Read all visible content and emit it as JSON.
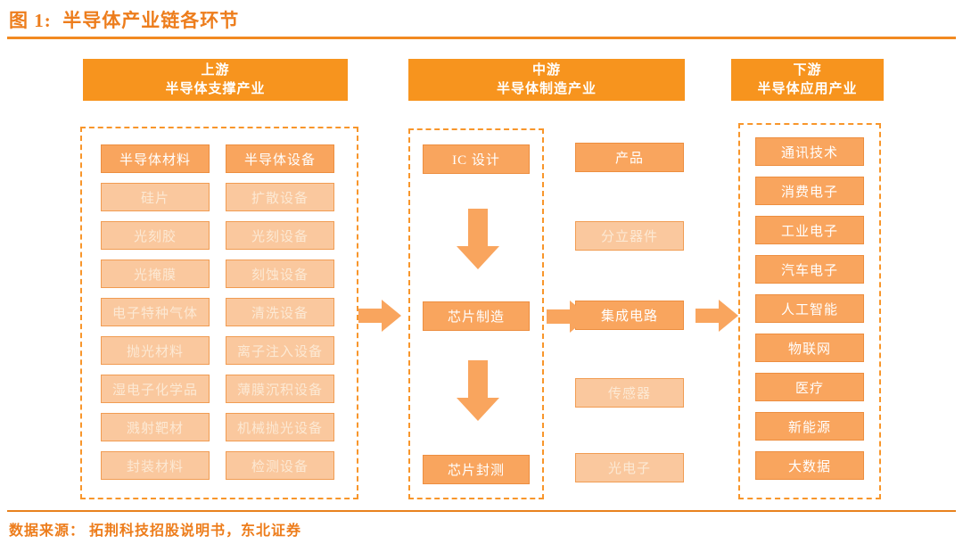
{
  "title": "图 1:  半导体产业链各环节",
  "source": "数据来源： 拓荆科技招股说明书，东北证券",
  "colors": {
    "accent_orange": "#F7941E",
    "box_medium_orange": "#F9A55E",
    "box_light_orange": "#FAC89E",
    "title_text_orange": "#ED7D1C",
    "dashed_border_orange": "#F8962B"
  },
  "upstream": {
    "header": {
      "line1": "上游",
      "line2": "半导体支撑产业"
    },
    "materials": [
      {
        "label": "半导体材料",
        "tone": "medium"
      },
      {
        "label": "硅片",
        "tone": "light"
      },
      {
        "label": "光刻胶",
        "tone": "light"
      },
      {
        "label": "光掩膜",
        "tone": "light"
      },
      {
        "label": "电子特种气体",
        "tone": "light"
      },
      {
        "label": "抛光材料",
        "tone": "light"
      },
      {
        "label": "湿电子化学品",
        "tone": "light"
      },
      {
        "label": "溅射靶材",
        "tone": "light"
      },
      {
        "label": "封装材料",
        "tone": "light"
      }
    ],
    "equipment": [
      {
        "label": "半导体设备",
        "tone": "medium"
      },
      {
        "label": "扩散设备",
        "tone": "light"
      },
      {
        "label": "光刻设备",
        "tone": "light"
      },
      {
        "label": "刻蚀设备",
        "tone": "light"
      },
      {
        "label": "清洗设备",
        "tone": "light"
      },
      {
        "label": "离子注入设备",
        "tone": "light"
      },
      {
        "label": "薄膜沉积设备",
        "tone": "light"
      },
      {
        "label": "机械抛光设备",
        "tone": "light"
      },
      {
        "label": "检测设备",
        "tone": "light"
      }
    ]
  },
  "midstream": {
    "header": {
      "line1": "中游",
      "line2": "半导体制造产业"
    },
    "flow": [
      {
        "label": "IC 设计"
      },
      {
        "label": "芯片制造"
      },
      {
        "label": "芯片封测"
      }
    ],
    "products": [
      {
        "label": "产品",
        "tone": "medium"
      },
      {
        "label": "分立器件",
        "tone": "light"
      },
      {
        "label": "集成电路",
        "tone": "medium"
      },
      {
        "label": "传感器",
        "tone": "light"
      },
      {
        "label": "光电子",
        "tone": "light"
      }
    ]
  },
  "downstream": {
    "header": {
      "line1": "下游",
      "line2": "半导体应用产业"
    },
    "applications": [
      {
        "label": "通讯技术",
        "tone": "medium"
      },
      {
        "label": "消费电子",
        "tone": "medium"
      },
      {
        "label": "工业电子",
        "tone": "medium"
      },
      {
        "label": "汽车电子",
        "tone": "medium"
      },
      {
        "label": "人工智能",
        "tone": "medium"
      },
      {
        "label": "物联网",
        "tone": "medium"
      },
      {
        "label": "医疗",
        "tone": "medium"
      },
      {
        "label": "新能源",
        "tone": "medium"
      },
      {
        "label": "大数据",
        "tone": "medium"
      }
    ]
  }
}
